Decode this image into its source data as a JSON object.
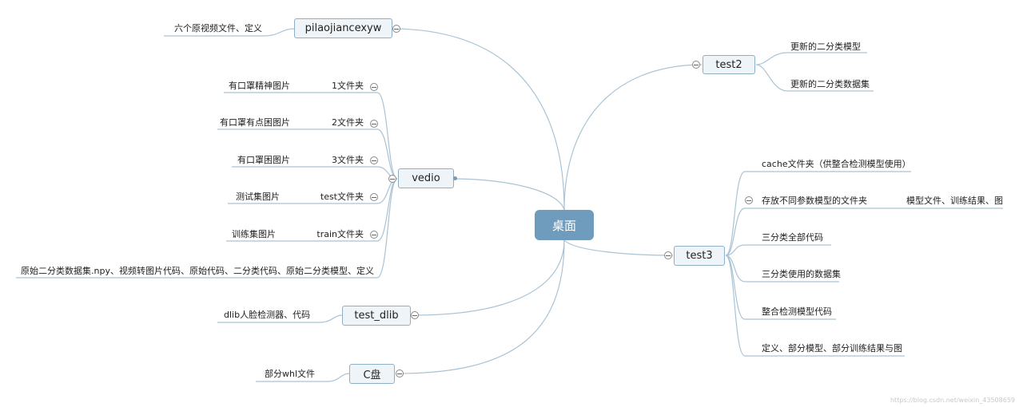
{
  "center": "桌面",
  "nodes": {
    "pilao": "pilaojiancexyw",
    "test2": "test2",
    "vedio": "vedio",
    "test3": "test3",
    "test_dlib": "test_dlib",
    "cdisk": "C盘"
  },
  "pilao_children": [
    "六个原视频文件、定义"
  ],
  "test2_children": [
    "更新的二分类模型",
    "更新的二分类数据集"
  ],
  "vedio_folders": [
    {
      "name": "1文件夹",
      "child": "有口罩精神图片"
    },
    {
      "name": "2文件夹",
      "child": "有口罩有点困图片"
    },
    {
      "name": "3文件夹",
      "child": "有口罩困图片"
    },
    {
      "name": "test文件夹",
      "child": "测试集图片"
    },
    {
      "name": "train文件夹",
      "child": "训练集图片"
    }
  ],
  "vedio_last": "原始二分类数据集.npy、视频转图片代码、原始代码、二分类代码、原始二分类模型、定义",
  "test3_children": [
    "cache文件夹（供整合检测模型使用）",
    "存放不同参数模型的文件夹",
    "三分类全部代码",
    "三分类使用的数据集",
    "整合检测模型代码",
    "定义、部分模型、部分训练结果与图"
  ],
  "test3_sub": "模型文件、训练结果、图",
  "dlib_children": [
    "dlib人脸检测器、代码"
  ],
  "cdisk_children": [
    "部分whl文件"
  ],
  "watermark": "https://blog.csdn.net/weixin_43508659"
}
